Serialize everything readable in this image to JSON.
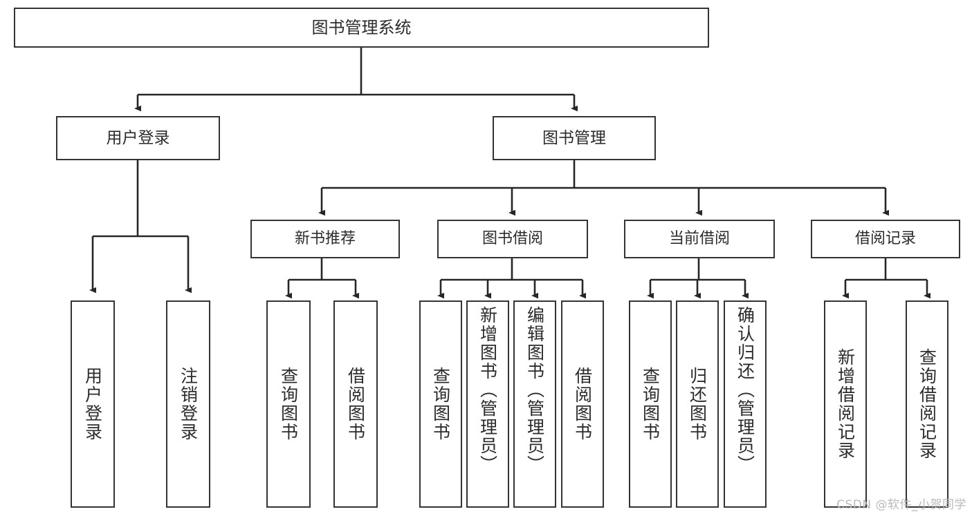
{
  "diagram": {
    "type": "tree-hierarchy",
    "title": "图书管理系统",
    "root": {
      "id": "root",
      "label": "图书管理系统"
    },
    "level2": [
      {
        "id": "user-login",
        "label": "用户登录"
      },
      {
        "id": "book-management",
        "label": "图书管理"
      }
    ],
    "level3": [
      {
        "id": "new-book-recommend",
        "label": "新书推荐",
        "parent": "book-management"
      },
      {
        "id": "book-borrow",
        "label": "图书借阅",
        "parent": "book-management"
      },
      {
        "id": "current-borrow",
        "label": "当前借阅",
        "parent": "book-management"
      },
      {
        "id": "borrow-record",
        "label": "借阅记录",
        "parent": "book-management"
      }
    ],
    "leaves": [
      {
        "id": "leaf-user-login",
        "label": "用户登录",
        "parent": "user-login"
      },
      {
        "id": "leaf-logout-login",
        "label": "注销登录",
        "parent": "user-login"
      },
      {
        "id": "leaf-query-book-1",
        "label": "查询图书",
        "parent": "new-book-recommend"
      },
      {
        "id": "leaf-borrow-book-1",
        "label": "借阅图书",
        "parent": "new-book-recommend"
      },
      {
        "id": "leaf-query-book-2",
        "label": "查询图书",
        "parent": "book-borrow"
      },
      {
        "id": "leaf-add-book",
        "label": "新增图书（管理员）",
        "parent": "book-borrow"
      },
      {
        "id": "leaf-edit-book",
        "label": "编辑图书（管理员）",
        "parent": "book-borrow"
      },
      {
        "id": "leaf-borrow-book-2",
        "label": "借阅图书",
        "parent": "book-borrow"
      },
      {
        "id": "leaf-query-book-3",
        "label": "查询图书",
        "parent": "current-borrow"
      },
      {
        "id": "leaf-return-book",
        "label": "归还图书",
        "parent": "current-borrow"
      },
      {
        "id": "leaf-confirm-return",
        "label": "确认归还（管理员）",
        "parent": "current-borrow"
      },
      {
        "id": "leaf-add-record",
        "label": "新增借阅记录",
        "parent": "borrow-record"
      },
      {
        "id": "leaf-query-record",
        "label": "查询借阅记录",
        "parent": "borrow-record"
      }
    ]
  },
  "watermark": {
    "text": "CSDN @软件_小贺同学"
  },
  "colors": {
    "box_border": "#333333",
    "box_fill": "#ffffff",
    "text": "#2b2b2b",
    "connector": "#262626",
    "watermark": "#b9b9b9",
    "background": "#ffffff"
  }
}
